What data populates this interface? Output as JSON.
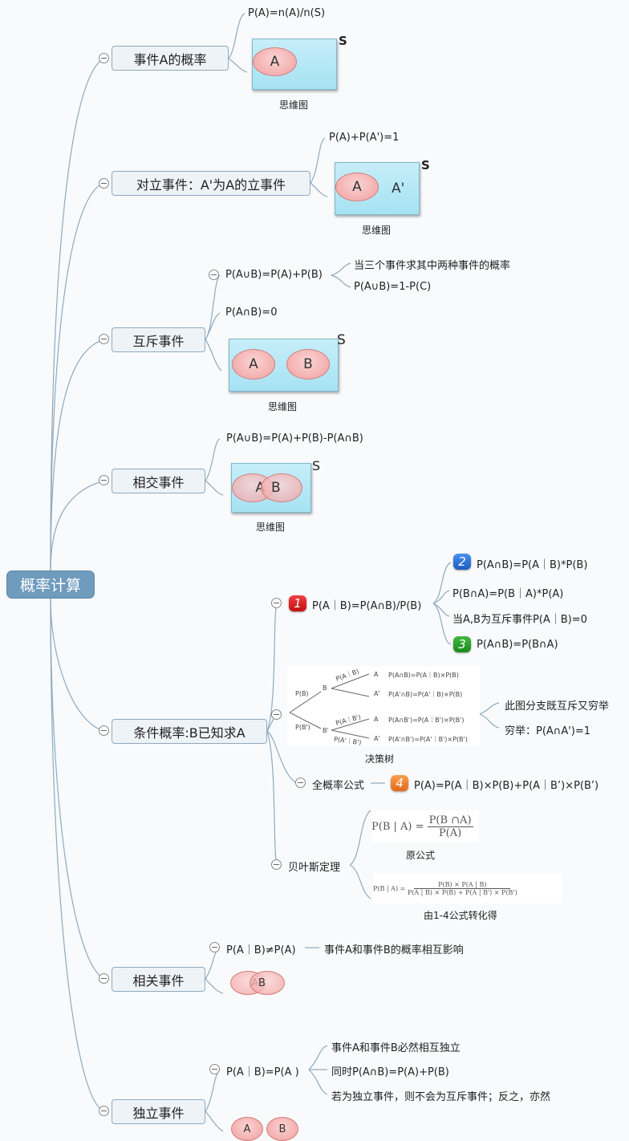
{
  "root": {
    "label": "概率计算"
  },
  "colors": {
    "root_fill": "#6f9bbd",
    "topic_fill": "#eef3f7",
    "line": "#8eaac0",
    "venn_fill": "#a6e2f3",
    "ellipse_fill": "#f0a0a0",
    "badge_1": "#d42020",
    "badge_2": "#2a6fd6",
    "badge_3": "#2a9a2a",
    "badge_4": "#e8822a"
  },
  "topics": [
    {
      "label": "事件A的概率",
      "children": [
        "P(A)=n(A)/n(S)"
      ],
      "diagram": {
        "sets": [
          "A"
        ],
        "universe": "S",
        "caption": "思维图"
      }
    },
    {
      "label": "对立事件：A'为A的立事件",
      "children": [
        "P(A)+P(A')=1"
      ],
      "diagram": {
        "sets": [
          "A"
        ],
        "complement": "A'",
        "universe": "S",
        "caption": "思维图"
      }
    },
    {
      "label": "互斥事件",
      "children": [
        {
          "label": "P(A∪B)=P(A)+P(B)",
          "children": [
            "当三个事件求其中两种事件的概率",
            "P(A∪B)=1-P(C)"
          ]
        },
        {
          "label": "P(A∩B)=0"
        }
      ],
      "diagram": {
        "sets": [
          "A",
          "B"
        ],
        "universe": "S",
        "caption": "思维图"
      }
    },
    {
      "label": "相交事件",
      "children": [
        "P(A∪B)=P(A)+P(B)-P(A∩B)"
      ],
      "diagram": {
        "sets": [
          "A",
          "B"
        ],
        "universe": "S",
        "caption": "思维图"
      }
    },
    {
      "label": "条件概率:B已知求A",
      "children": [
        {
          "badge": "1",
          "label": "P(A｜B)=P(A∩B)/P(B)",
          "children": [
            {
              "badge": "2",
              "label": "P(A∩B)=P(A｜B)*P(B)"
            },
            {
              "label": "P(B∩A)=P(B｜A)*P(A)"
            },
            {
              "label": "当A,B为互斥事件P(A｜B)=0"
            },
            {
              "badge": "3",
              "label": "P(A∩B)=P(B∩A)"
            }
          ]
        },
        {
          "tree": {
            "caption": "决策树",
            "root_branches": [
              "P(B)",
              "P(B')"
            ],
            "nodes": [
              "B",
              "B'"
            ],
            "sub_branches": [
              "P(A｜B)",
              "P(A｜B')",
              "P(A'｜B')"
            ],
            "leaves": [
              "A",
              "A'",
              "A",
              "A'"
            ],
            "results": [
              "P(A∩B)=P(A｜B)×P(B)",
              "P(A'∩B)=P(A'｜B)×P(B)",
              "P(A∩B')=P(A｜B')×P(B')",
              "P(A'∩B')=P(A'｜B')×P(B')"
            ]
          },
          "children": [
            "此图分支既互斥又穷举",
            "穷举：P(A∩A')=1"
          ]
        },
        {
          "label": "全概率公式",
          "badge": "4",
          "formula": "P(A)=P(A｜B)×P(B)+P(A｜B’)×P(B’)"
        },
        {
          "label": "贝叶斯定理",
          "children": [
            {
              "formula": {
                "lhs": "P(B | A) =",
                "num": "P(B ∩A)",
                "den": "P(A)"
              },
              "caption": "原公式"
            },
            {
              "formula": {
                "lhs": "P(B | A) =",
                "num": "P(B) × P(A | B)",
                "den": "P(A | B) × P(B) + P(A | B') × P(B')"
              },
              "caption": "由1-4公式转化得"
            }
          ]
        }
      ]
    },
    {
      "label": "相关事件",
      "children": [
        {
          "label": "P(A｜B)≠P(A)",
          "children": [
            "事件A和事件B的概率相互影响"
          ]
        }
      ],
      "diagram": {
        "sets": [
          "A",
          "B"
        ]
      }
    },
    {
      "label": "独立事件",
      "children": [
        {
          "label": "P(A｜B)=P(A )",
          "children": [
            "事件A和事件B必然相互独立",
            "同时P(A∩B)=P(A)+P(B)",
            "若为独立事件，则不会为互斥事件；反之，亦然"
          ]
        }
      ],
      "diagram": {
        "sets": [
          "A",
          "B"
        ]
      }
    }
  ]
}
